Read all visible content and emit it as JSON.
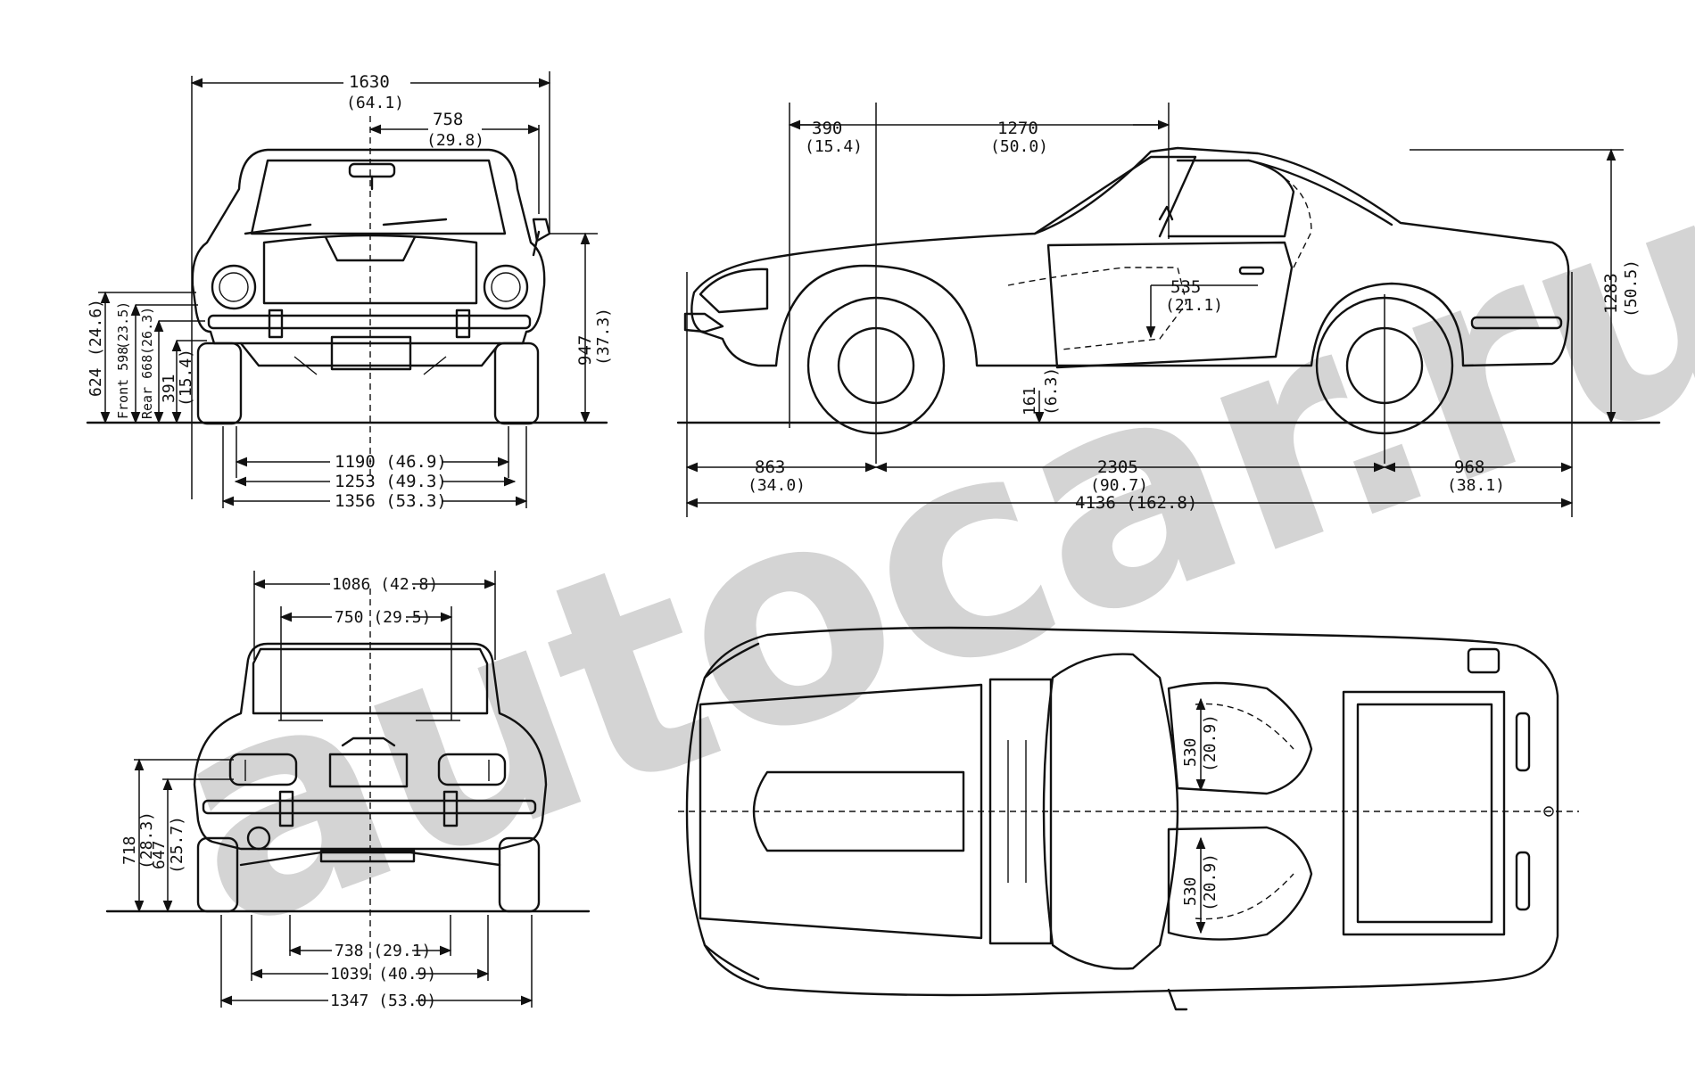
{
  "watermark": "autocar.ru",
  "colors": {
    "ink": "#111111",
    "watermark": "#d4d4d4",
    "paper": "#ffffff"
  },
  "front_view": {
    "overall_width": "1630",
    "overall_width_in": "(64.1)",
    "mirror_offset": "758",
    "mirror_offset_in": "(29.8)",
    "height_947": "947",
    "height_947_in": "(37.3)",
    "front_624": "624",
    "front_624_in": "(24.6)",
    "front_598": "Front 598",
    "front_598_in": "(23.5)",
    "rear_668": "Rear 668",
    "rear_668_in": "(26.3)",
    "height_391": "391",
    "height_391_in": "(15.4)",
    "track_1190": "1190 (46.9)",
    "track_1253": "1253 (49.3)",
    "track_1356": "1356 (53.3)"
  },
  "side_view": {
    "overhang_390": "390",
    "overhang_390_in": "(15.4)",
    "dist_1270": "1270",
    "dist_1270_in": "(50.0)",
    "height_1283": "1283",
    "height_1283_in": "(50.5)",
    "seat_535": "535",
    "seat_535_in": "(21.1)",
    "clearance_161": "161",
    "clearance_161_in": "(6.3)",
    "front_863": "863",
    "front_863_in": "(34.0)",
    "wheelbase_2305": "2305",
    "wheelbase_2305_in": "(90.7)",
    "rear_968": "968",
    "rear_968_in": "(38.1)",
    "overall_length": "4136 (162.8)"
  },
  "rear_view": {
    "width_1086": "1086 (42.8)",
    "width_750": "750 (29.5)",
    "height_718": "718",
    "height_718_in": "(28.3)",
    "height_647": "647",
    "height_647_in": "(25.7)",
    "track_738": "738 (29.1)",
    "track_1039": "1039 (40.9)",
    "track_1347": "1347 (53.0)"
  },
  "top_view": {
    "seat_530_a": "530",
    "seat_530_a_in": "(20.9)",
    "seat_530_b": "530",
    "seat_530_b_in": "(20.9)"
  }
}
